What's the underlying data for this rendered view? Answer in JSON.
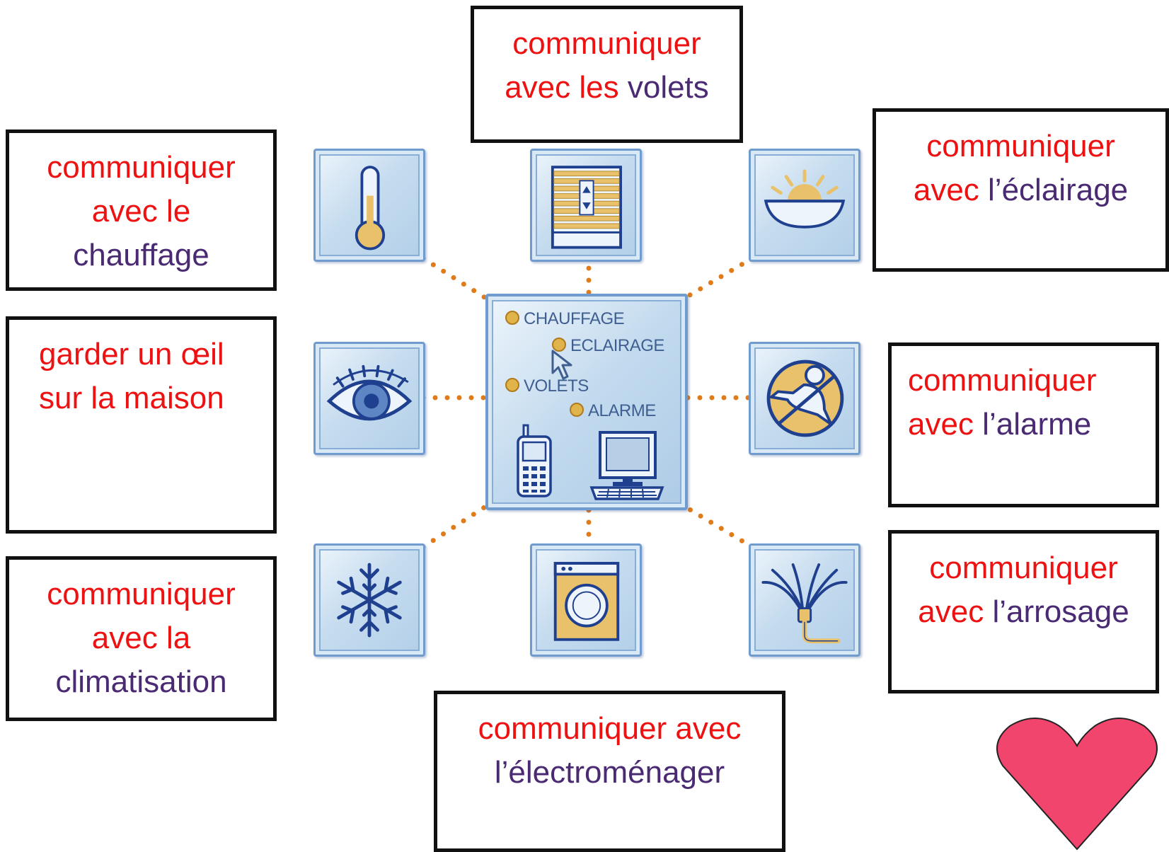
{
  "hub": {
    "menu": [
      "CHAUFFAGE",
      "ECLAIRAGE",
      "VOLETS",
      "ALARME"
    ],
    "icons": [
      "mobile-phone-icon",
      "computer-icon",
      "cursor-icon"
    ]
  },
  "tiles": [
    {
      "id": "heating",
      "icon": "thermometer-icon"
    },
    {
      "id": "shutters",
      "icon": "shutter-icon"
    },
    {
      "id": "lighting",
      "icon": "ceiling-lamp-icon"
    },
    {
      "id": "surveillance",
      "icon": "eye-icon"
    },
    {
      "id": "alarm",
      "icon": "intruder-alarm-icon"
    },
    {
      "id": "air-conditioning",
      "icon": "snowflake-icon"
    },
    {
      "id": "appliances",
      "icon": "washing-machine-icon"
    },
    {
      "id": "watering",
      "icon": "sprinkler-icon"
    }
  ],
  "labels": {
    "volets": {
      "l1": "communiquer",
      "l2a": "avec les ",
      "l2b": "volets"
    },
    "chauffage": {
      "l1": "communiquer",
      "l2": "avec le",
      "l3": "chauffage"
    },
    "eclairage": {
      "l1": "communiquer",
      "l2a": "avec ",
      "l2b": "l’éclairage"
    },
    "surveillance": {
      "l1": "garder un œil",
      "l2": "sur la maison"
    },
    "alarme": {
      "l1": "communiquer",
      "l2a": "avec ",
      "l2b": "l’alarme"
    },
    "arrosage": {
      "l1": "communiquer",
      "l2a": "avec ",
      "l2b": "l’arrosage"
    },
    "climatisation": {
      "l1": "communiquer",
      "l2": "avec la",
      "l3": "climatisation"
    },
    "electromenager": {
      "l1": "communiquer avec",
      "l2": "l’électroménager"
    }
  },
  "colors": {
    "verb": "#ee1111",
    "object": "#4a2a72",
    "connector": "#e07b1a",
    "tile_border": "#6f9bcf",
    "icon_blue": "#1f3f8f",
    "icon_gold": "#e8c16a",
    "heart": "#f2456e"
  },
  "decoration": {
    "icon": "heart-icon"
  }
}
